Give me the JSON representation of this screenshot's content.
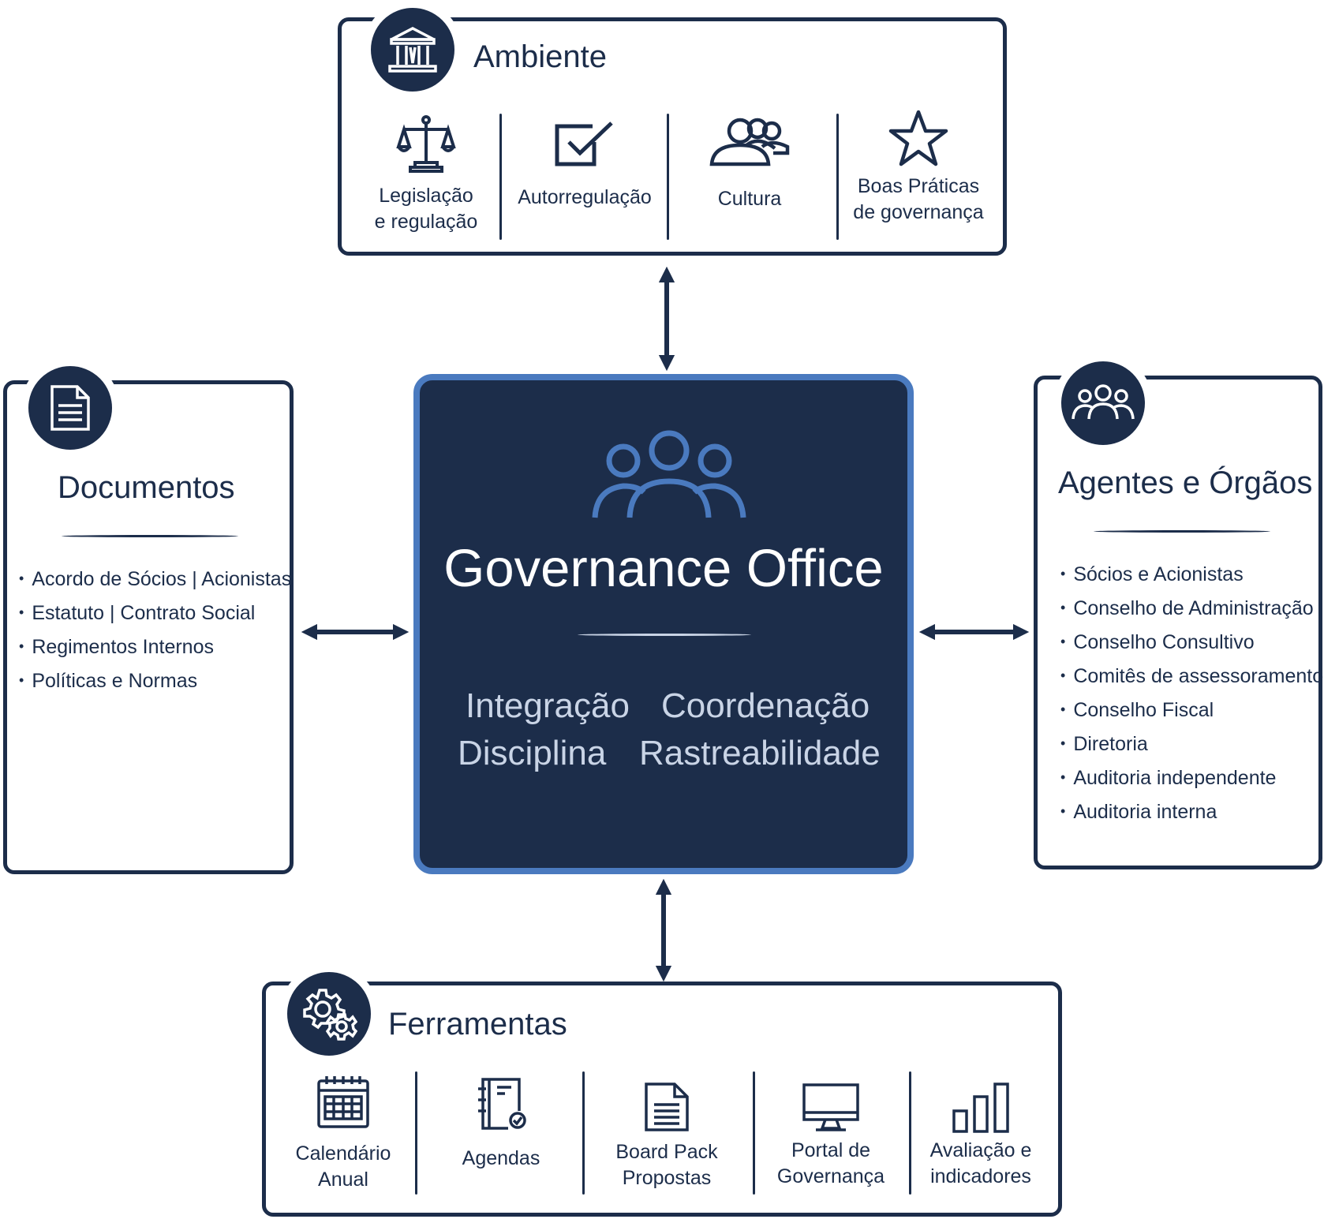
{
  "colors": {
    "navy": "#1c2d4a",
    "accent_blue": "#4a7abf",
    "light_text": "#c9d4e6",
    "background": "#ffffff"
  },
  "ambiente": {
    "title": "Ambiente",
    "badge_icon": "institution-building-icon",
    "items": [
      {
        "label": "Legislação\ne regulação",
        "icon": "scales-of-justice-icon"
      },
      {
        "label": "Autorregulação",
        "icon": "checkbox-check-icon"
      },
      {
        "label": "Cultura",
        "icon": "people-group-icon"
      },
      {
        "label": "Boas Práticas\nde governança",
        "icon": "star-icon"
      }
    ]
  },
  "documentos": {
    "title": "Documentos",
    "badge_icon": "document-icon",
    "items": [
      "Acordo de Sócios | Acionistas",
      "Estatuto | Contrato Social",
      "Regimentos Internos",
      "Políticas e Normas"
    ]
  },
  "agentes": {
    "title": "Agentes e Órgãos",
    "badge_icon": "people-group-icon",
    "items": [
      "Sócios e Acionistas",
      "Conselho de Administração",
      "Conselho Consultivo",
      "Comitês de assessoramento",
      "Conselho Fiscal",
      "Diretoria",
      "Auditoria independente",
      "Auditoria interna"
    ]
  },
  "center": {
    "title": "Governance Office",
    "icon": "people-group-icon",
    "pillars": [
      "Integração",
      "Coordenação",
      "Disciplina",
      "Rastreabilidade"
    ]
  },
  "ferramentas": {
    "title": "Ferramentas",
    "badge_icon": "gears-icon",
    "items": [
      {
        "label": "Calendário\nAnual",
        "icon": "calendar-icon"
      },
      {
        "label": "Agendas",
        "icon": "agenda-notebook-icon"
      },
      {
        "label": "Board Pack\nPropostas",
        "icon": "document-icon"
      },
      {
        "label": "Portal de\nGovernança",
        "icon": "monitor-icon"
      },
      {
        "label": "Avaliação e\nindicadores",
        "icon": "bar-chart-icon"
      }
    ]
  }
}
